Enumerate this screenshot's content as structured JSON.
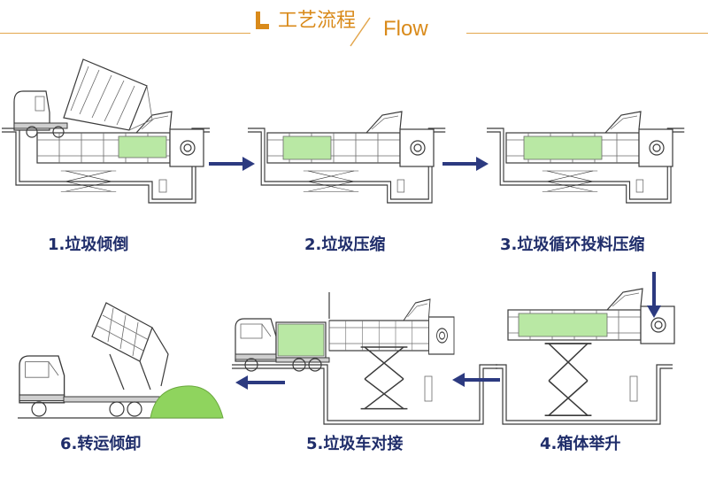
{
  "header": {
    "title_cn": "工艺流程",
    "title_en": "Flow",
    "accent_color": "#d98a1a",
    "line_color": "#e3a64d"
  },
  "steps": [
    {
      "label": "1.垃圾倾倒"
    },
    {
      "label": "2.垃圾压缩"
    },
    {
      "label": "3.垃圾循环投料压缩"
    },
    {
      "label": "4.箱体举升"
    },
    {
      "label": "5.垃圾车对接"
    },
    {
      "label": "6.转运倾卸"
    }
  ],
  "colors": {
    "arrow": "#2c3a80",
    "caption": "#1f2d6a",
    "compressed_box": "#b9e8a4",
    "garbage_pile": "#8fd45e"
  }
}
